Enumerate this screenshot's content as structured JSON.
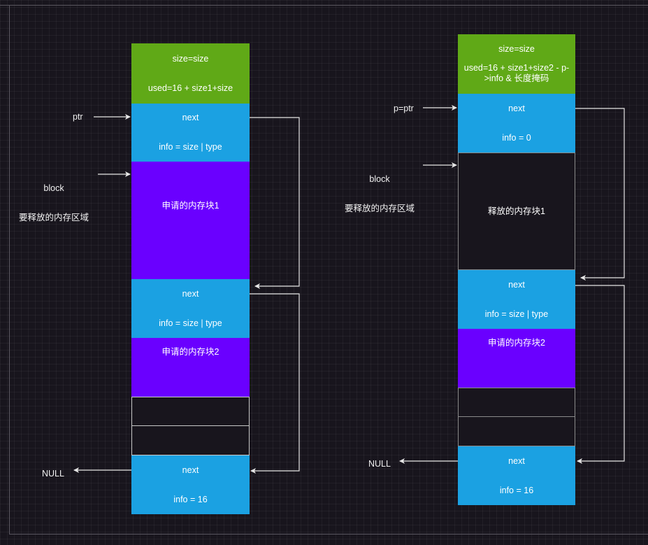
{
  "left": {
    "header_size": "size=size",
    "header_used": "used=16 + size1+size",
    "ptr_label": "ptr",
    "block_label_line1": "block",
    "block_label_line2": "要释放的内存区域",
    "node1_next": "next",
    "node1_info": "info = size | type",
    "region1": "申请的内存块1",
    "node2_next": "next",
    "node2_info": "info = size | type",
    "region2": "申请的内存块2",
    "tail_next": "next",
    "tail_info": "info = 16",
    "null_label": "NULL"
  },
  "right": {
    "header_size": "size=size",
    "header_used_line1": "used=16 + size1+size2 - p-",
    "header_used_line2": ">info & 长度掩码",
    "ptr_label": "p=ptr",
    "block_label_line1": "block",
    "block_label_line2": "要释放的内存区域",
    "node1_next": "next",
    "node1_info": "info = 0",
    "freed_region": "释放的内存块1",
    "node2_next": "next",
    "node2_info": "info = size | type",
    "region2": "申请的内存块2",
    "tail_next": "next",
    "tail_info": "info = 16",
    "null_label": "NULL"
  },
  "colors": {
    "background": "#18151d",
    "header_green": "#60a917",
    "node_blue": "#1ba1e2",
    "region_purple": "#6a00ff",
    "connector": "#e6e6e6"
  }
}
